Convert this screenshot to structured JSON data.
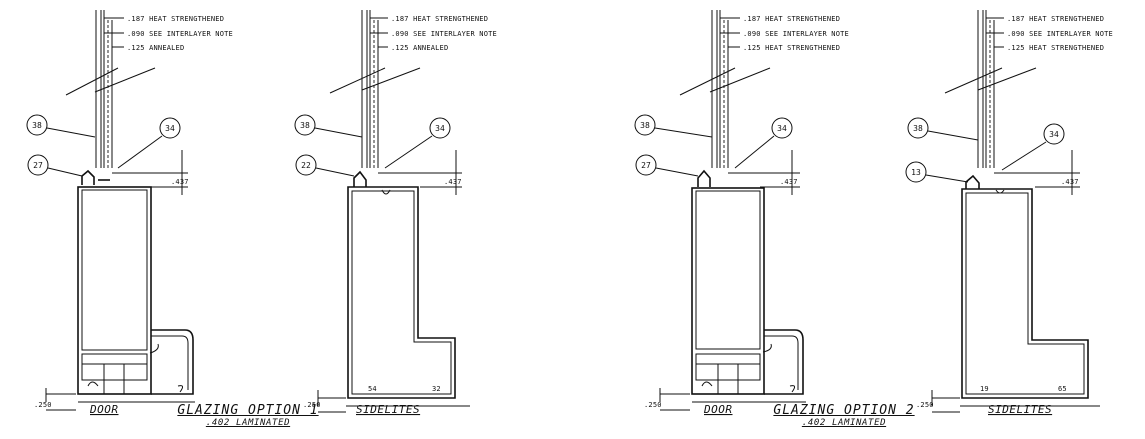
{
  "figure": {
    "options": [
      {
        "caption": "GLAZING OPTION 1",
        "subcaption": ".402 LAMINATED",
        "panels": [
          {
            "label": "DOOR",
            "callouts": [
              "38",
              "34",
              "27"
            ],
            "dim_side": ".437",
            "dim_base": ".250",
            "notes": [
              ".187 HEAT STRENGTHENED",
              ".090 SEE INTERLAYER NOTE",
              ".125 ANNEALED"
            ]
          },
          {
            "label": "SIDELITES",
            "callouts": [
              "38",
              "34",
              "22"
            ],
            "dim_side": ".437",
            "dim_base": ".250",
            "notes": [
              ".187 HEAT STRENGTHENED",
              ".090 SEE INTERLAYER NOTE",
              ".125 ANNEALED"
            ],
            "base_marks": [
              "54",
              "32"
            ]
          }
        ]
      },
      {
        "caption": "GLAZING OPTION 2",
        "subcaption": ".402 LAMINATED",
        "panels": [
          {
            "label": "DOOR",
            "callouts": [
              "38",
              "34",
              "27"
            ],
            "dim_side": ".437",
            "dim_base": ".250",
            "notes": [
              ".187 HEAT STRENGTHENED",
              ".090 SEE INTERLAYER NOTE",
              ".125 HEAT STRENGTHENED"
            ]
          },
          {
            "label": "SIDELITES",
            "callouts": [
              "38",
              "34",
              "13"
            ],
            "dim_side": ".437",
            "dim_base": ".250",
            "notes": [
              ".187 HEAT STRENGTHENED",
              ".090 SEE INTERLAYER NOTE",
              ".125 HEAT STRENGTHENED"
            ],
            "base_marks": [
              "19",
              "65"
            ]
          }
        ]
      }
    ]
  }
}
